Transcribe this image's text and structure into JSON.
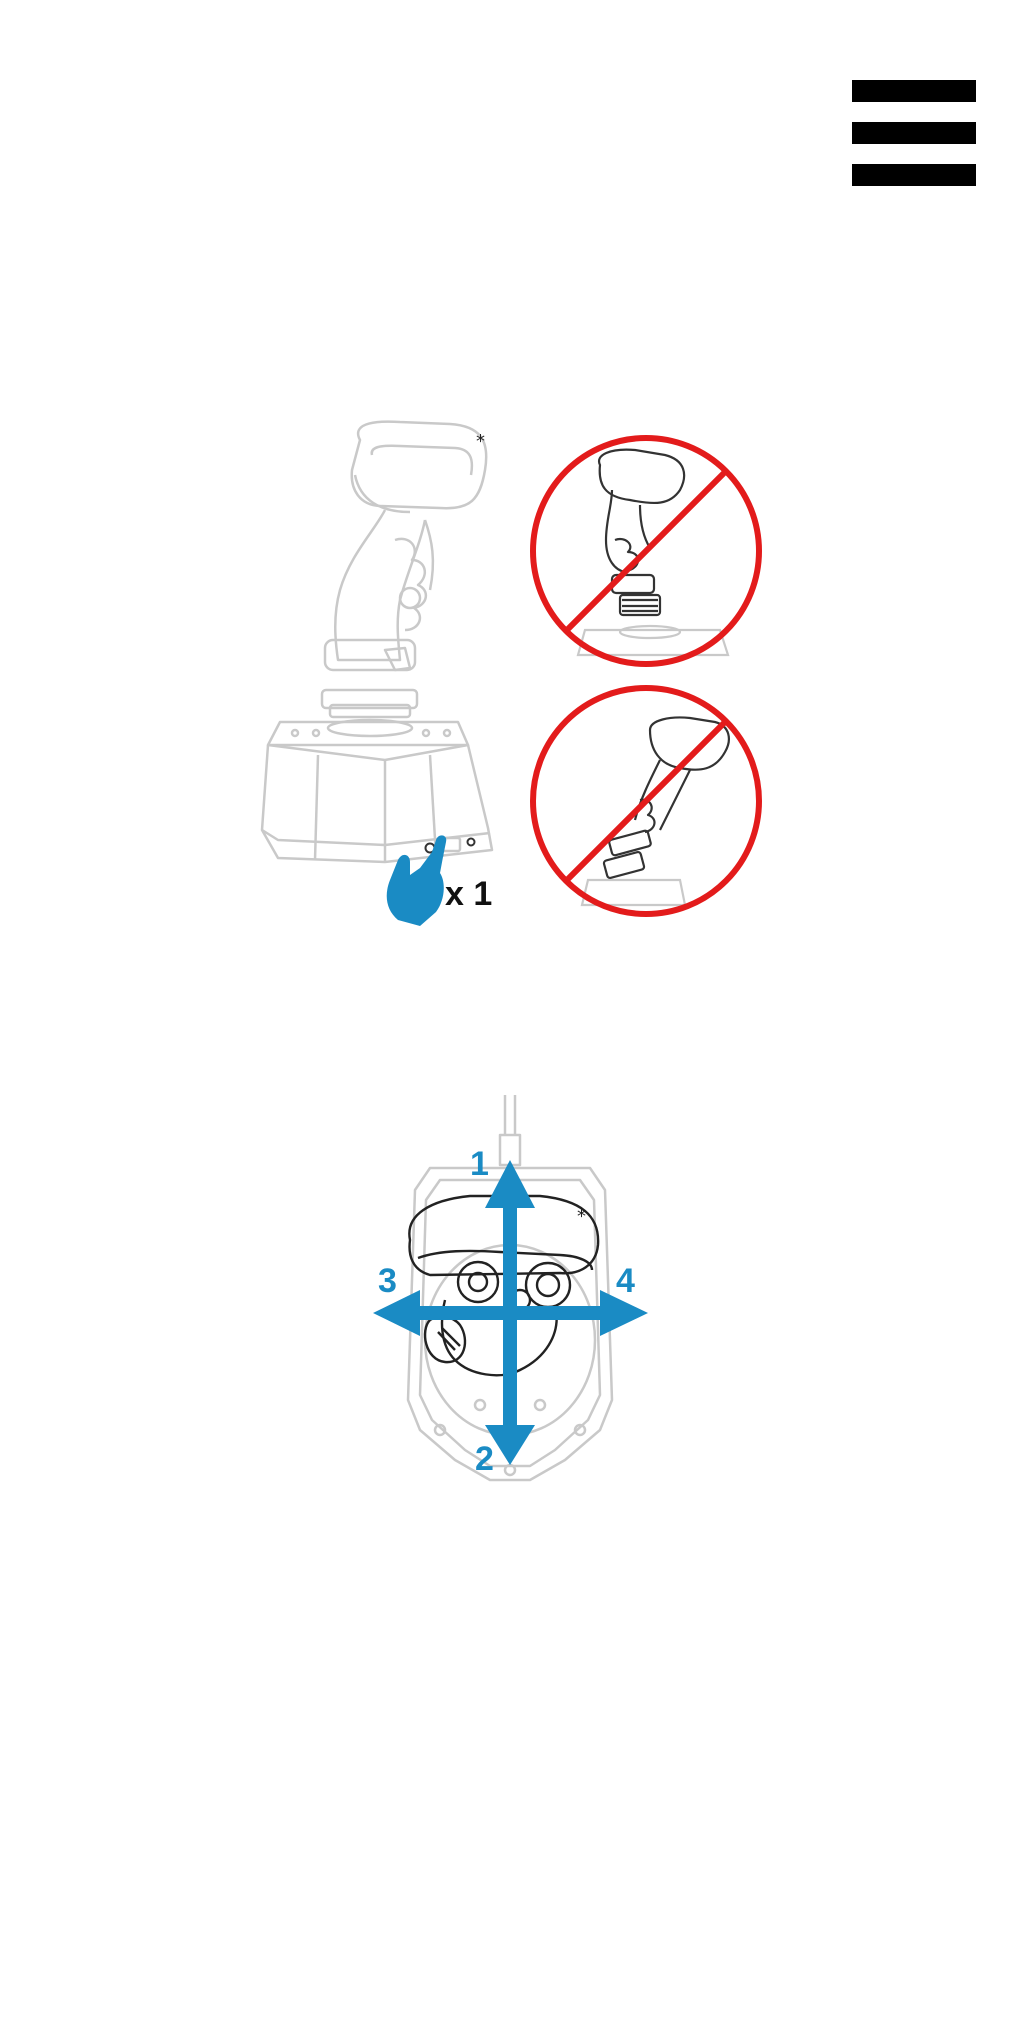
{
  "header": {
    "menu_icon": "hamburger-menu-icon"
  },
  "step_reset": {
    "press_count_label": "x 1",
    "asterisk": "*",
    "icons": {
      "joystick": "joystick-base-icon",
      "press": "finger-press-icon",
      "prohibited": "prohibited-sign-icon"
    }
  },
  "step_calibration": {
    "directions": [
      "1",
      "2",
      "3",
      "4"
    ],
    "asterisk": "*",
    "icons": {
      "arrows": "direction-arrows-icon",
      "joystick_top": "joystick-top-view-icon"
    }
  },
  "colors": {
    "accent_blue": "#1a8bc4",
    "prohibited_red": "#e31b1b",
    "outline_gray": "#c9c9c9"
  }
}
